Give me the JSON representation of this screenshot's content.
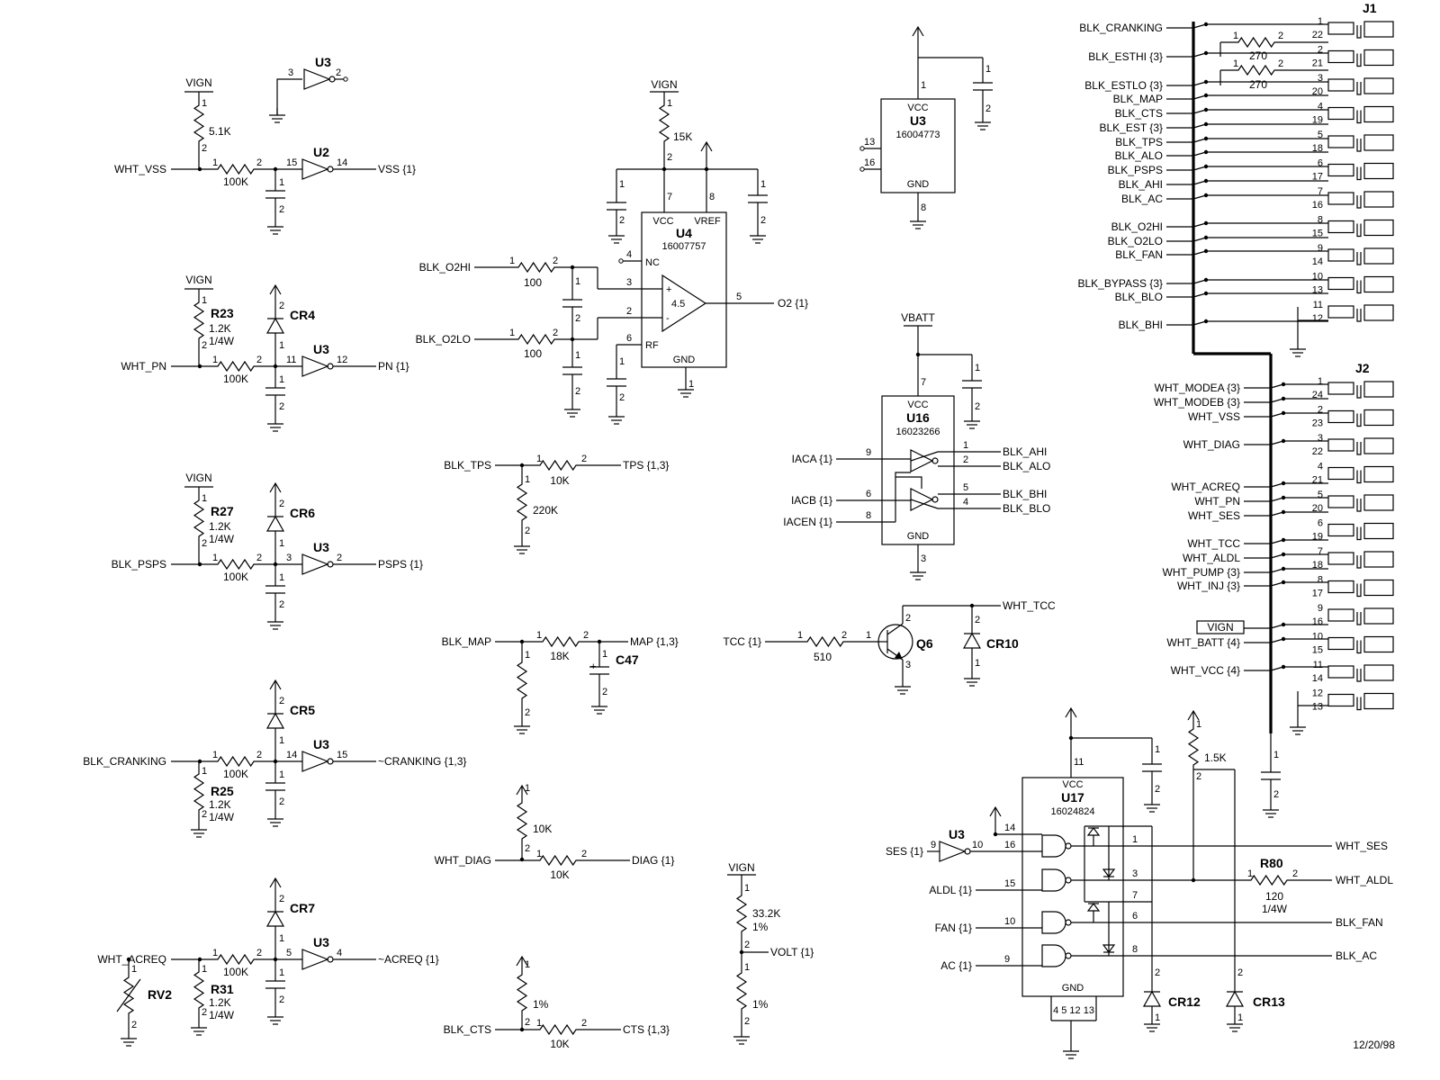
{
  "date": "12/20/98",
  "conditioners": [
    {
      "in_net": "WHT_VSS",
      "out_net": "VSS {1}",
      "pin_in": "15",
      "pin_out": "14",
      "ref": "U2",
      "pullup_net": "VIGN",
      "pullup_val": "5.1K",
      "series_val": "100K"
    },
    {
      "in_net": "WHT_PN",
      "out_net": "PN {1}",
      "pin_in": "11",
      "pin_out": "12",
      "ref": "U3",
      "pullup_net": "VIGN",
      "pullup_ref": "R23",
      "pullup_val": "1.2K",
      "pullup_watt": "1/4W",
      "series_val": "100K",
      "diode": "CR4"
    },
    {
      "in_net": "BLK_PSPS",
      "out_net": "PSPS {1}",
      "pin_in": "3",
      "pin_out": "2",
      "ref": "U3",
      "pullup_net": "VIGN",
      "pullup_ref": "R27",
      "pullup_val": "1.2K",
      "pullup_watt": "1/4W",
      "series_val": "100K",
      "diode": "CR6"
    },
    {
      "in_net": "BLK_CRANKING",
      "out_net": "~CRANKING {1,3}",
      "pin_in": "14",
      "pin_out": "15",
      "ref": "U3",
      "pulldown_ref": "R25",
      "pulldown_val": "1.2K",
      "pulldown_watt": "1/4W",
      "series_val": "100K",
      "diode": "CR5"
    },
    {
      "in_net": "WHT_ACREQ",
      "out_net": "~ACREQ {1}",
      "pin_in": "5",
      "pin_out": "4",
      "ref": "U3",
      "pulldown_ref": "R31",
      "pulldown_val": "1.2K",
      "pulldown_watt": "1/4W",
      "series_val": "100K",
      "diode": "CR7",
      "varistor": "RV2"
    }
  ],
  "spare_inverter": {
    "ref": "U3",
    "pin_in": "3",
    "pin_out": "2"
  },
  "u4": {
    "ref": "U4",
    "part": "16007757",
    "pins": {
      "vcc": "VCC",
      "vref": "VREF",
      "nc": "NC",
      "rf": "RF",
      "gnd": "GND"
    },
    "gain": "4.5",
    "pullup_net": "VIGN",
    "pullup_val": "15K",
    "in_hi": "BLK_O2HI",
    "in_lo": "BLK_O2LO",
    "r_hi": "100",
    "r_lo": "100",
    "out_net": "O2 {1}"
  },
  "tps": {
    "in": "BLK_TPS",
    "out": "TPS {1,3}",
    "series": "10K",
    "pulldown": "220K"
  },
  "map": {
    "in": "BLK_MAP",
    "out": "MAP {1,3}",
    "series": "18K",
    "cap": "C47"
  },
  "diag": {
    "in": "WHT_DIAG",
    "out": "DIAG {1}",
    "series": "10K",
    "pullup": "10K"
  },
  "cts": {
    "in": "BLK_CTS",
    "out": "CTS {1,3}",
    "series": "10K",
    "pullup": "1%"
  },
  "volt": {
    "top_net": "VIGN",
    "r1": "33.2K",
    "r1_tol": "1%",
    "r2_tol": "1%",
    "out": "VOLT {1}"
  },
  "u3_power": {
    "ref": "U3",
    "part": "16004773",
    "vcc": "VCC",
    "gnd": "GND"
  },
  "u16": {
    "ref": "U16",
    "part": "16023266",
    "vcc": "VCC",
    "gnd": "GND",
    "supply": "VBATT",
    "in": [
      "IACA {1}",
      "IACB {1}",
      "IACEN {1}"
    ],
    "out": [
      "BLK_AHI",
      "BLK_ALO",
      "BLK_BHI",
      "BLK_BLO"
    ]
  },
  "q6": {
    "ref": "Q6",
    "in": "TCC {1}",
    "res": "510",
    "out": "WHT_TCC",
    "diode": "CR10"
  },
  "u17": {
    "ref": "U17",
    "part": "16024824",
    "vcc": "VCC",
    "gnd": "GND",
    "inputs": [
      "SES {1}",
      "ALDL {1}",
      "FAN {1}",
      "AC {1}"
    ],
    "outputs": [
      "WHT_SES",
      "WHT_ALDL",
      "BLK_FAN",
      "BLK_AC"
    ],
    "u3_ref": "U3",
    "r80": "R80",
    "r80_val": "120",
    "r80_watt": "1/4W",
    "pullup": "1.5K",
    "cr12": "CR12",
    "cr13": "CR13",
    "gnd_pins": "4 5 12 13"
  },
  "j1": {
    "ref": "J1",
    "nets": [
      "BLK_CRANKING",
      "BLK_ESTHI {3}",
      "BLK_ESTLO {3}",
      "BLK_MAP",
      "BLK_CTS",
      "BLK_EST {3}",
      "BLK_TPS",
      "BLK_ALO",
      "BLK_PSPS",
      "BLK_AHI",
      "BLK_AC",
      "BLK_O2HI",
      "BLK_O2LO",
      "BLK_FAN",
      "BLK_BYPASS {3}",
      "BLK_BLO",
      "BLK_BHI"
    ],
    "res": "270",
    "pins": [
      "1",
      "22",
      "2",
      "21",
      "3",
      "20",
      "4",
      "19",
      "5",
      "18",
      "6",
      "17",
      "7",
      "16",
      "8",
      "15",
      "9",
      "14",
      "10",
      "13",
      "11",
      "12"
    ]
  },
  "j2": {
    "ref": "J2",
    "nets": [
      "WHT_MODEA {3}",
      "WHT_MODEB {3}",
      "WHT_VSS",
      "WHT_DIAG",
      "WHT_ACREQ",
      "WHT_PN",
      "WHT_SES",
      "WHT_TCC",
      "WHT_ALDL",
      "WHT_PUMP {3}",
      "WHT_INJ {3}",
      "VIGN",
      "WHT_BATT {4}",
      "WHT_VCC {4}"
    ],
    "pins": [
      "1",
      "24",
      "2",
      "23",
      "3",
      "22",
      "4",
      "21",
      "5",
      "20",
      "6",
      "19",
      "7",
      "18",
      "8",
      "17",
      "9",
      "16",
      "10",
      "15",
      "11",
      "14",
      "12",
      "13"
    ]
  }
}
